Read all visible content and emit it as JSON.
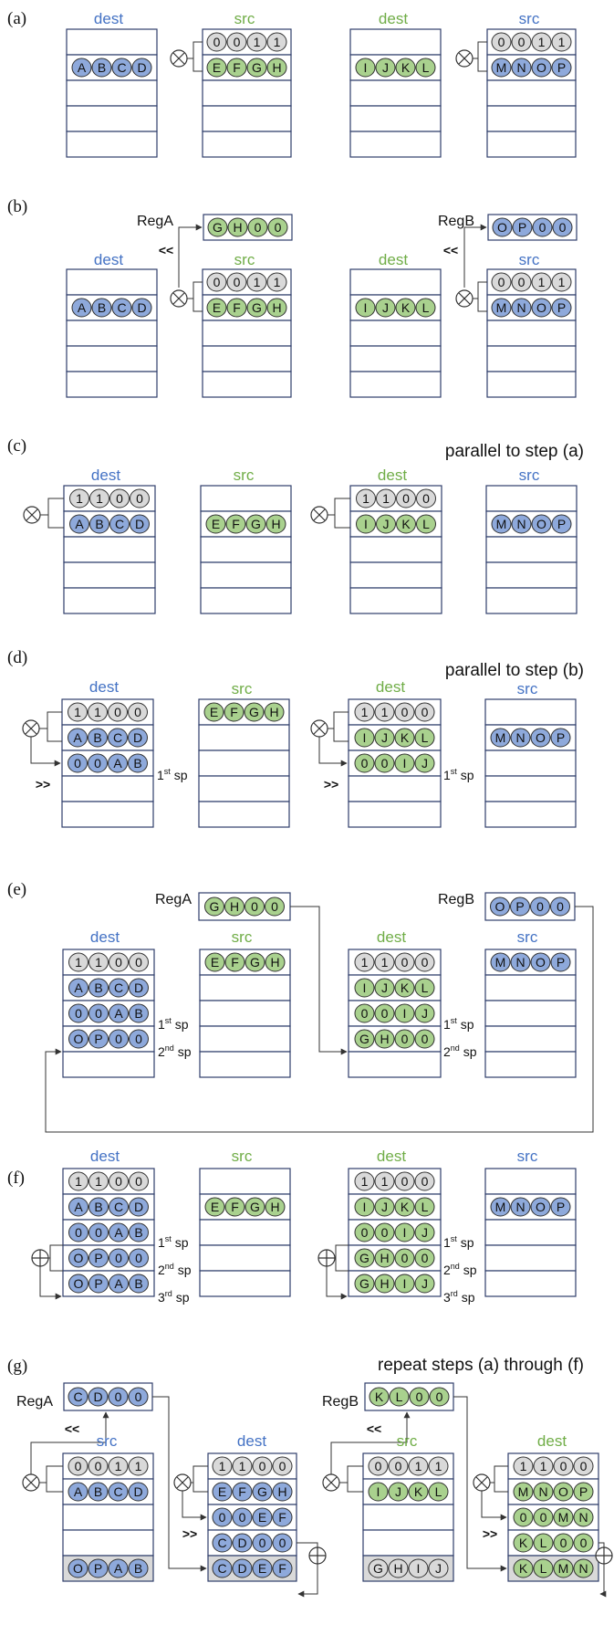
{
  "colors": {
    "blue": "#4472C4",
    "green": "#70AD47",
    "fill_blue": "#8EA9DB",
    "fill_green": "#A9D18E",
    "fill_gray": "#D9D9D9",
    "row_shade": "#D9D9D9",
    "border": "#2F3E6B",
    "line": "#333333"
  },
  "labels": {
    "dest": "dest",
    "src": "src",
    "regA": "RegA",
    "regB": "RegB",
    "shl": "<<",
    "shr": ">>",
    "mul_icon": "multiply-icon",
    "add_icon": "add-icon"
  },
  "panels": [
    {
      "id": "a",
      "label": "(a)",
      "note": ""
    },
    {
      "id": "b",
      "label": "(b)",
      "note": ""
    },
    {
      "id": "c",
      "label": "(c)",
      "note": "parallel to step (a)"
    },
    {
      "id": "d",
      "label": "(d)",
      "note": "parallel to step (b)"
    },
    {
      "id": "e",
      "label": "(e)",
      "note": ""
    },
    {
      "id": "f",
      "label": "(f)",
      "note": ""
    },
    {
      "id": "g",
      "label": "(g)",
      "note": "repeat steps (a) through (f)"
    }
  ],
  "sp_labels": [
    {
      "n": "1",
      "sup": "st",
      "rest": " sp"
    },
    {
      "n": "2",
      "sup": "nd",
      "rest": " sp"
    },
    {
      "n": "3",
      "sup": "rd",
      "rest": " sp"
    }
  ],
  "cells": {
    "mask_0011": [
      "0",
      "0",
      "1",
      "1"
    ],
    "mask_1100": [
      "1",
      "1",
      "0",
      "0"
    ],
    "ABCD": [
      "A",
      "B",
      "C",
      "D"
    ],
    "EFGH": [
      "E",
      "F",
      "G",
      "H"
    ],
    "IJKL": [
      "I",
      "J",
      "K",
      "L"
    ],
    "MNOP": [
      "M",
      "N",
      "O",
      "P"
    ],
    "GH00": [
      "G",
      "H",
      "0",
      "0"
    ],
    "OP00": [
      "O",
      "P",
      "0",
      "0"
    ],
    "00AB": [
      "0",
      "0",
      "A",
      "B"
    ],
    "00IJ": [
      "0",
      "0",
      "I",
      "J"
    ],
    "OPAB": [
      "O",
      "P",
      "A",
      "B"
    ],
    "GHIJ": [
      "G",
      "H",
      "I",
      "J"
    ],
    "CD00": [
      "C",
      "D",
      "0",
      "0"
    ],
    "KL00": [
      "K",
      "L",
      "0",
      "0"
    ],
    "00EF": [
      "0",
      "0",
      "E",
      "F"
    ],
    "00MN": [
      "0",
      "0",
      "M",
      "N"
    ],
    "CDEF": [
      "C",
      "D",
      "E",
      "F"
    ],
    "KLMN": [
      "K",
      "L",
      "M",
      "N"
    ]
  }
}
